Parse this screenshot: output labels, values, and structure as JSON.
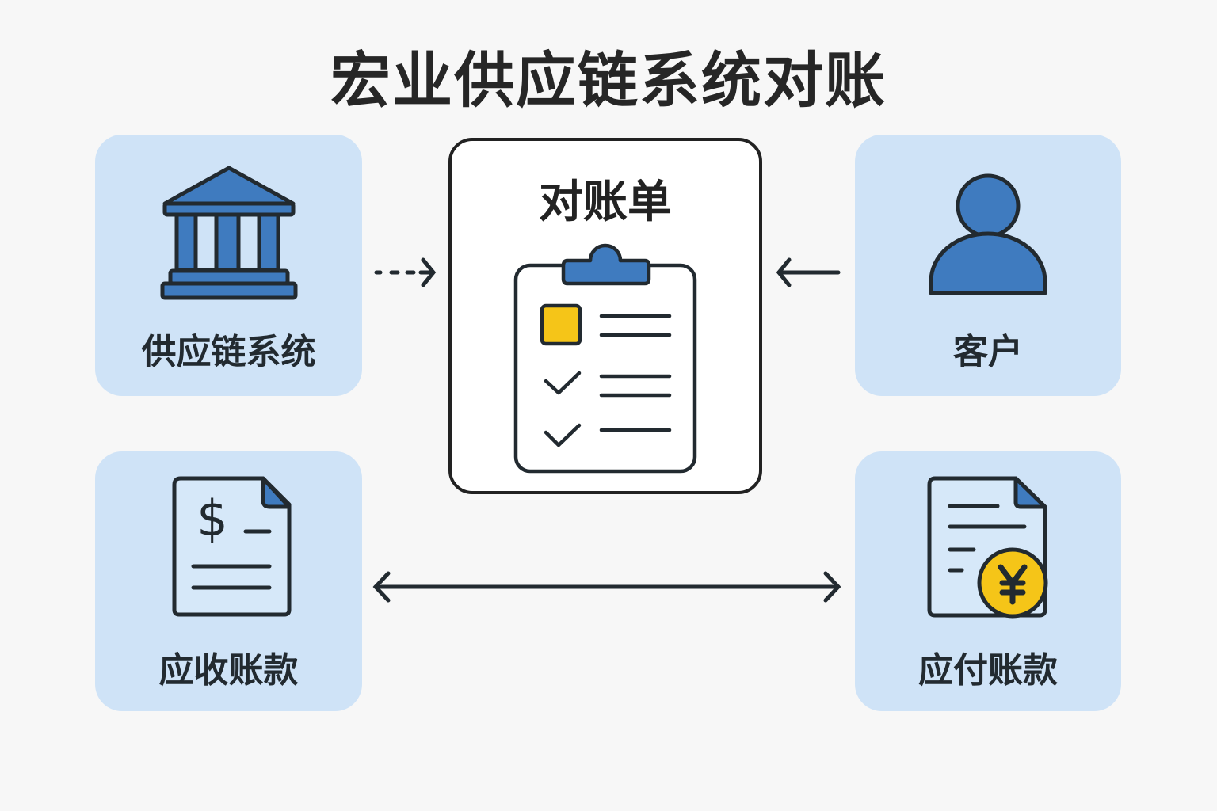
{
  "title": "宏业供应链系统对账",
  "nodes": {
    "supply_chain": {
      "label": "供应链系统",
      "icon": "bank-building-icon"
    },
    "customer": {
      "label": "客户",
      "icon": "user-icon"
    },
    "statement": {
      "label": "对账单",
      "icon": "clipboard-checklist-icon"
    },
    "receivable": {
      "label": "应收账款",
      "icon": "dollar-document-icon"
    },
    "payable": {
      "label": "应付账款",
      "icon": "yen-document-icon"
    }
  },
  "edges": [
    {
      "from": "supply_chain",
      "to": "statement",
      "style": "dashed"
    },
    {
      "from": "customer",
      "to": "statement",
      "style": "solid"
    },
    {
      "from": "receivable",
      "to": "payable",
      "style": "bidirectional"
    }
  ],
  "colors": {
    "card": "#cfe3f7",
    "accent_blue": "#3f7bbf",
    "accent_yellow": "#f5c518",
    "stroke": "#222a30"
  }
}
